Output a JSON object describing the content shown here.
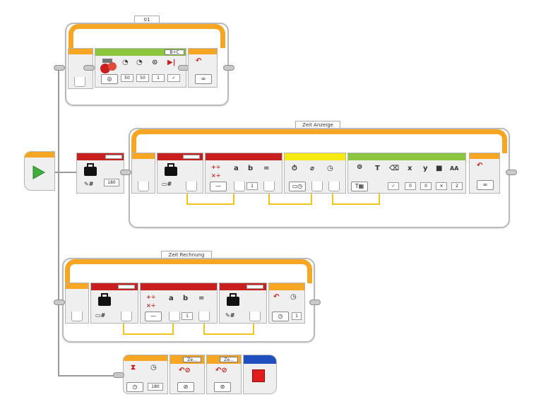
{
  "canvas": {
    "background": "#ffffff",
    "colors": {
      "flow": "#f6a623",
      "data": "#c8201e",
      "action": "#8cc63f",
      "sensor": "#f7ea10",
      "advanced": "#1f4fbf",
      "wire": "#f0c419"
    }
  },
  "loops": {
    "loop1": {
      "label": "01",
      "exit_icon": "loop-infinity-icon"
    },
    "loop2": {
      "label": "Zeit Anzeige",
      "exit_icon": "loop-infinity-icon"
    },
    "loop3": {
      "label": "Zeit Rechnung"
    }
  },
  "start_block": {
    "icon": "play-triangle-icon"
  },
  "blocks": {
    "tank": {
      "port_tag": "B+C",
      "icons": [
        "steering-icon",
        "power-left-icon",
        "power-right-icon",
        "rotations-icon",
        "brake-icon"
      ],
      "values": [
        "50",
        "50",
        "1"
      ],
      "brake_value": "✓"
    },
    "var_write_timer": {
      "icon": "briefcase-icon",
      "value": "180"
    },
    "var_read_a": {
      "icon": "briefcase-icon"
    },
    "math_a": {
      "a": "a",
      "b": "b",
      "eq": "=",
      "b_value": "1"
    },
    "timer_block": {
      "icons": [
        "timer-icon",
        "timer-reset-icon",
        "timer-compare-icon"
      ]
    },
    "display_block": {
      "labels": [
        "T",
        "x",
        "y",
        "AA"
      ],
      "values": [
        "0",
        "0",
        "2"
      ],
      "clear_value": "✓"
    },
    "var_read_b": {
      "icon": "briefcase-icon"
    },
    "math_b": {
      "a": "a",
      "b": "b",
      "eq": "=",
      "b_value": "1"
    },
    "var_write_b": {
      "icon": "briefcase-icon"
    },
    "wait_b": {
      "value": "1"
    },
    "wait_final": {
      "value": "180"
    },
    "loop_interrupt_1": {
      "tag": "Ze..."
    },
    "loop_interrupt_2": {
      "tag": "Ze..."
    },
    "stop_block": {
      "icon": "stop-square-icon"
    }
  }
}
